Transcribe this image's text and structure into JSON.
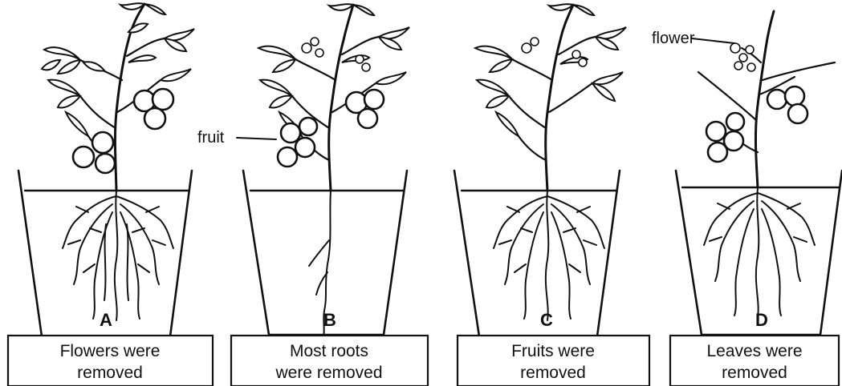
{
  "panels": [
    {
      "letter": "A",
      "caption_line1": "Flowers were",
      "caption_line2": "removed"
    },
    {
      "letter": "B",
      "caption_line1": "Most roots",
      "caption_line2": "were removed"
    },
    {
      "letter": "C",
      "caption_line1": "Fruits were",
      "caption_line2": "removed"
    },
    {
      "letter": "D",
      "caption_line1": "Leaves were",
      "caption_line2": "removed"
    }
  ],
  "callouts": {
    "fruit": "fruit",
    "flower": "flower"
  }
}
